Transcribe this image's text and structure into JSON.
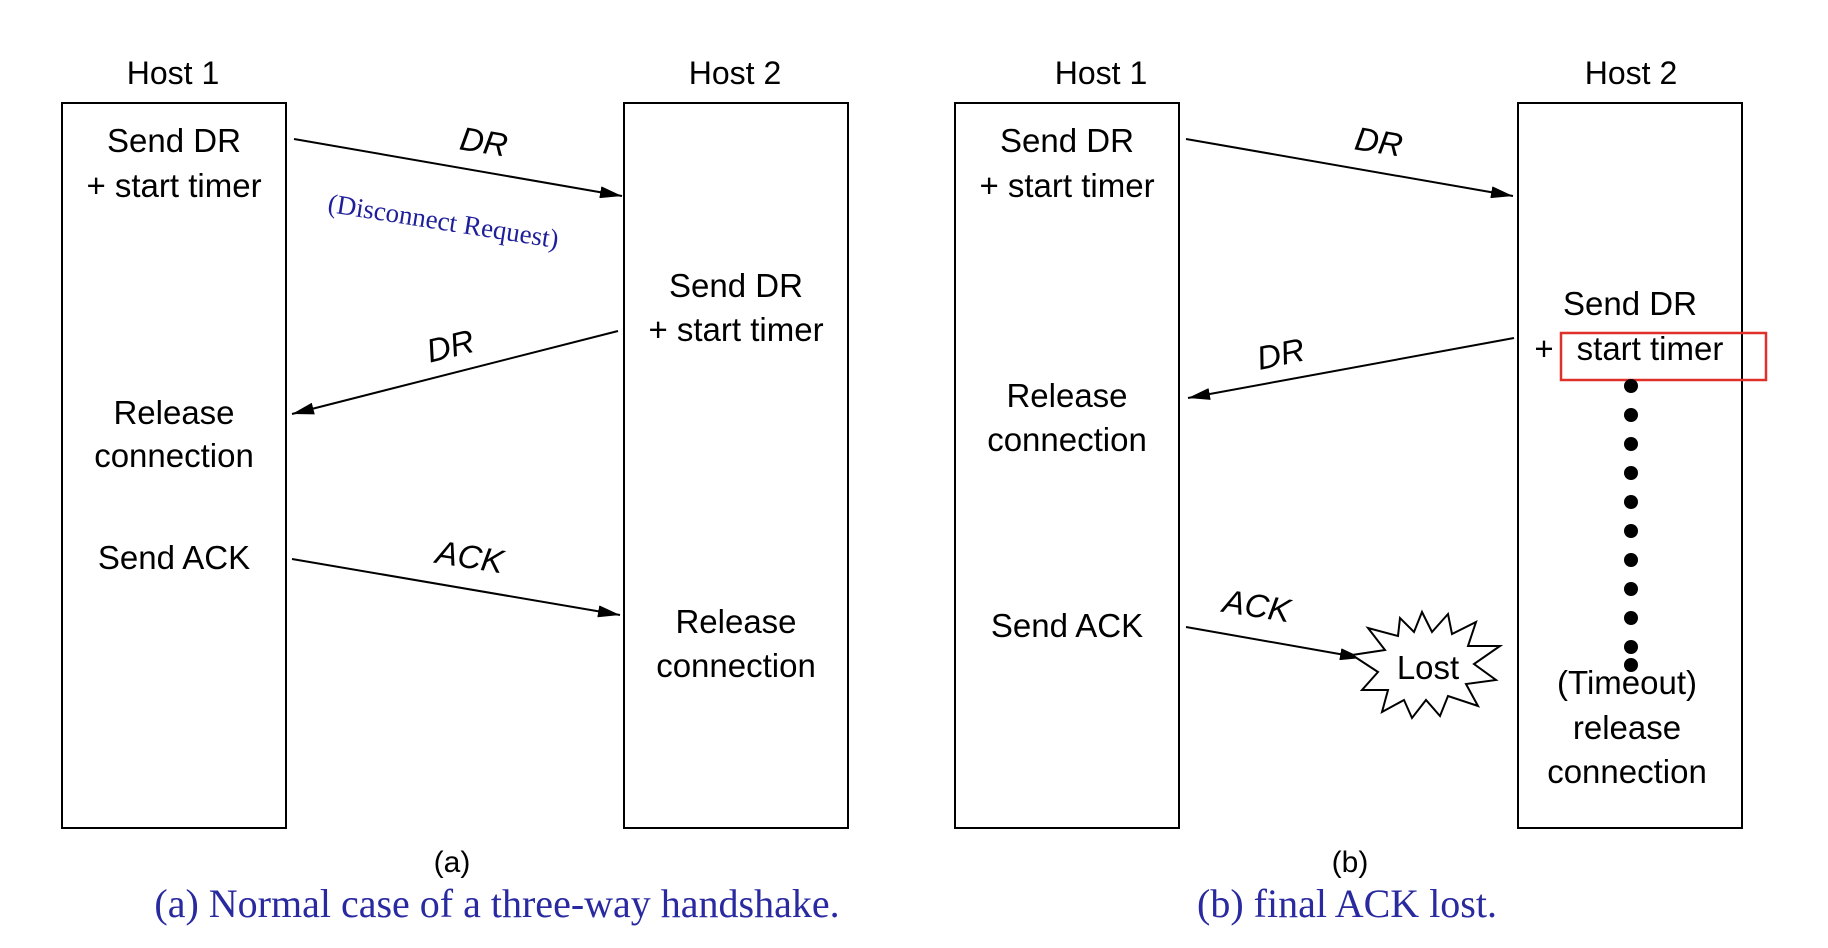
{
  "diagram_a": {
    "host1_label": "Host 1",
    "host2_label": "Host 2",
    "h1_send_dr_1": "Send DR",
    "h1_send_dr_2": "+ start timer",
    "h1_release_1": "Release",
    "h1_release_2": "connection",
    "h1_send_ack": "Send ACK",
    "h2_send_dr_1": "Send DR",
    "h2_send_dr_2": "+ start timer",
    "h2_release_1": "Release",
    "h2_release_2": "connection",
    "msg_dr_1": "DR",
    "msg_dr_note": "(Disconnect Request)",
    "msg_dr_2": "DR",
    "msg_ack": "ACK",
    "sub_label": "(a)",
    "caption": "(a) Normal case of a three-way handshake."
  },
  "diagram_b": {
    "host1_label": "Host 1",
    "host2_label": "Host 2",
    "h1_send_dr_1": "Send DR",
    "h1_send_dr_2": "+ start timer",
    "h1_release_1": "Release",
    "h1_release_2": "connection",
    "h1_send_ack": "Send ACK",
    "h2_send_dr_1": "Send DR",
    "h2_send_dr_2_prefix": "+",
    "h2_send_dr_2_timer": "start timer",
    "h2_timeout_1": "(Timeout)",
    "h2_timeout_2": "release",
    "h2_timeout_3": "connection",
    "msg_dr_1": "DR",
    "msg_dr_2": "DR",
    "msg_ack": "ACK",
    "lost_label": "Lost",
    "sub_label": "(b)",
    "caption": "(b) final ACK lost."
  },
  "colors": {
    "caption": "#2a2aa0",
    "highlight_box": "#e0302a"
  }
}
